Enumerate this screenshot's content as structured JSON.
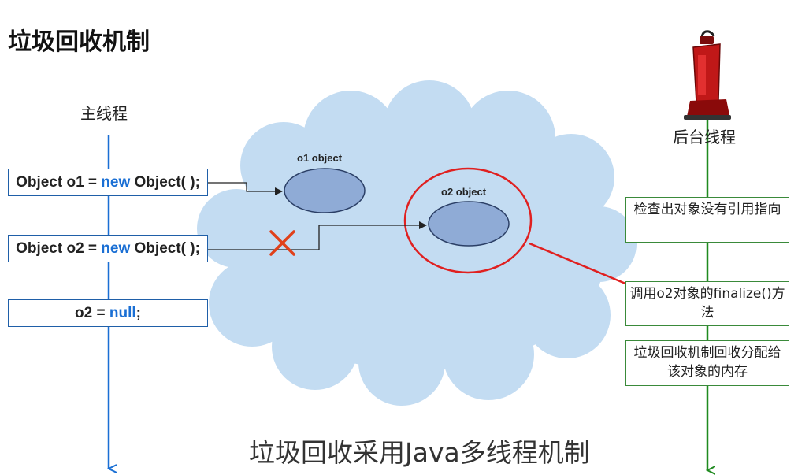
{
  "title": "垃圾回收机制",
  "main_thread": {
    "label": "主线程",
    "statements": [
      {
        "pre": "Object o1 = ",
        "kw": "new",
        "post": " Object( );"
      },
      {
        "pre": "Object o2 = ",
        "kw": "new",
        "post": " Object( );"
      },
      {
        "pre": "o2 = ",
        "kw": "null",
        "post": ";"
      }
    ]
  },
  "heap": {
    "objects": [
      {
        "label": "o1 object"
      },
      {
        "label": "o2 object"
      }
    ]
  },
  "background_thread": {
    "label": "后台线程",
    "steps": [
      "检查出对象没有引用指向",
      "调用o2对象的finalize()方法",
      "垃圾回收机制回收分配给该对象的内存"
    ]
  },
  "caption": "垃圾回收采用Java多线程机制",
  "colors": {
    "main_thread_line": "#1a6fd4",
    "background_thread_line": "#1f8a1f",
    "keyword": "#1a6fd4",
    "cloud": "#c3dcf2",
    "object_fill": "#8fabd6",
    "highlight": "#e02020",
    "cross": "#e0401a"
  },
  "icons": {
    "vacuum": "vacuum-cleaner-icon",
    "cross": "cross-mark-icon"
  }
}
